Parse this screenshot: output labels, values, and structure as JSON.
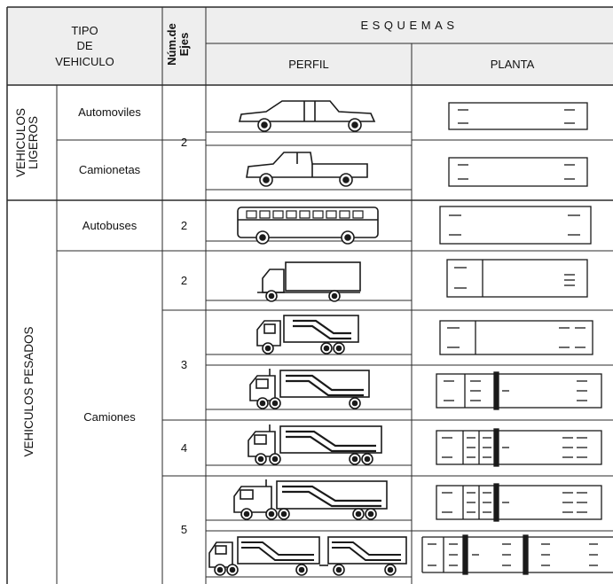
{
  "header": {
    "tipo_line1": "TIPO",
    "tipo_line2": "DE",
    "tipo_line3": "VEHICULO",
    "num_line1": "Núm.de",
    "num_line2": "Ejes",
    "esquemas": "ESQUEMAS",
    "perfil": "PERFIL",
    "planta": "PLANTA"
  },
  "groups": {
    "ligeros_line1": "VEHICULOS",
    "ligeros_line2": "LIGEROS",
    "pesados": "VEHICULOS PESADOS"
  },
  "types": {
    "automoviles": "Automoviles",
    "camionetas": "Camionetas",
    "autobuses": "Autobuses",
    "camiones": "Camiones"
  },
  "axles": {
    "ligeros": "2",
    "autobuses": "2",
    "camion_2": "2",
    "camion_3": "3",
    "camion_4": "4",
    "camion_5": "5"
  },
  "icons": {
    "perfil": [
      "sedan-car-icon",
      "pickup-truck-icon",
      "bus-icon",
      "box-truck-icon",
      "tractor-trailer-icon",
      "tractor-semitrailer-3-axle-icon",
      "tractor-semitrailer-4-axle-icon",
      "tractor-semitrailer-5-axle-icon",
      "truck-full-trailer-icon"
    ],
    "planta": [
      "car-plan-icon",
      "pickup-plan-icon",
      "bus-plan-icon",
      "box-truck-plan-icon",
      "tractor-trailer-plan-icon",
      "semitrailer-3-axle-plan-icon",
      "semitrailer-4-axle-plan-icon",
      "semitrailer-5-axle-plan-icon",
      "truck-full-trailer-plan-icon"
    ]
  }
}
